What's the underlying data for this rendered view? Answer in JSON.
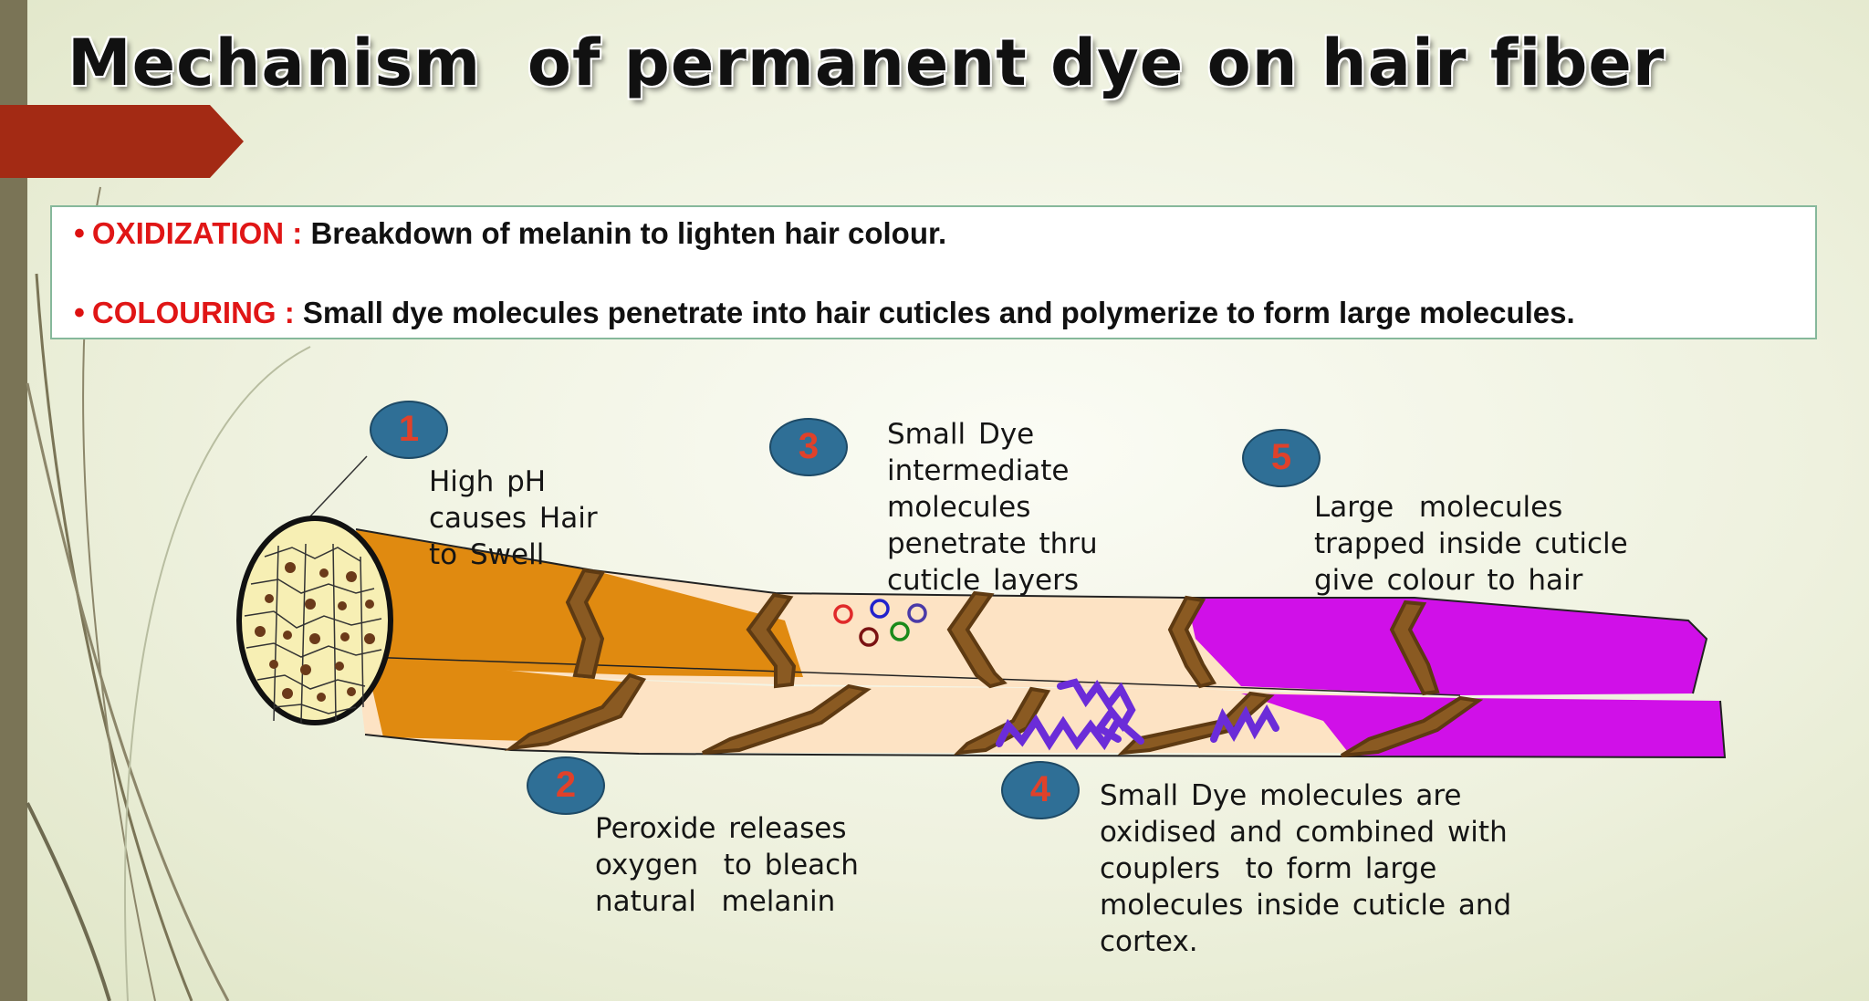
{
  "title": "Mechanism  of permanent dye on hair fiber",
  "definitions": [
    {
      "term": "OXIDIZATION :",
      "text": "Breakdown of melanin to lighten hair colour."
    },
    {
      "term": "COLOURING :",
      "text": "Small dye molecules penetrate into hair cuticles and polymerize to form large molecules."
    }
  ],
  "steps": [
    {
      "number": "1",
      "text": "High pH\ncauses Hair\nto Swell"
    },
    {
      "number": "2",
      "text": "Peroxide releases\noxygen  to bleach\nnatural  melanin"
    },
    {
      "number": "3",
      "text": "Small Dye\nintermediate\nmolecules\npenetrate thru\ncuticle layers"
    },
    {
      "number": "4",
      "text": "Small Dye molecules are\noxidised and combined with\ncouplers  to form large\nmolecules inside cuticle and\ncortex."
    },
    {
      "number": "5",
      "text": "Large  molecules\ntrapped inside cuticle\ngive colour to hair"
    }
  ],
  "colors": {
    "accent": "#a32a14",
    "bullet_term": "#e01616",
    "step_circle": "#2f6f96",
    "step_number": "#e0412a",
    "swollen_hair": "#e08a10",
    "bleached_hair": "#fde3c4",
    "colored_hair": "#d010e8",
    "cuticle_scale": "#8a5a22",
    "large_molecule": "#6b2cd8"
  }
}
